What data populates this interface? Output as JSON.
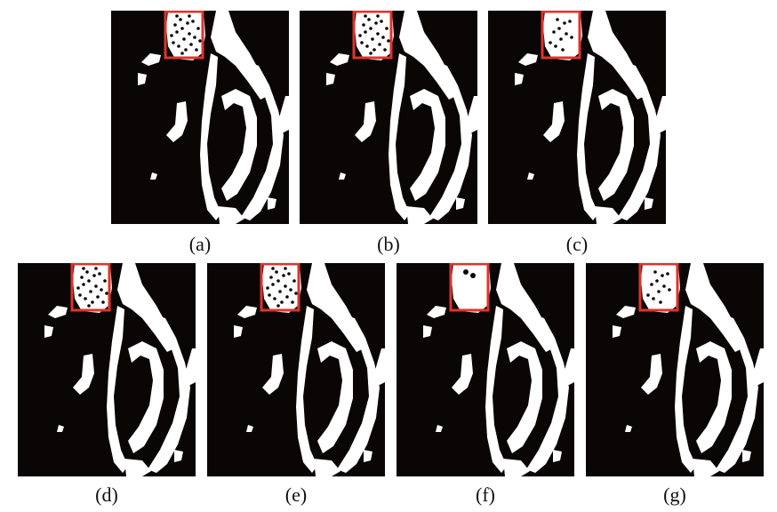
{
  "panels": [
    {
      "id": "a",
      "caption": "(a)",
      "speckle": "dense"
    },
    {
      "id": "b",
      "caption": "(b)",
      "speckle": "dense"
    },
    {
      "id": "c",
      "caption": "(c)",
      "speckle": "medium"
    },
    {
      "id": "d",
      "caption": "(d)",
      "speckle": "dense"
    },
    {
      "id": "e",
      "caption": "(e)",
      "speckle": "dense"
    },
    {
      "id": "f",
      "caption": "(f)",
      "speckle": "minimal"
    },
    {
      "id": "g",
      "caption": "(g)",
      "speckle": "medium"
    }
  ],
  "colors": {
    "background": "#0a0606",
    "foreground": "#ffffff",
    "highlight_box": "#e0332a"
  }
}
